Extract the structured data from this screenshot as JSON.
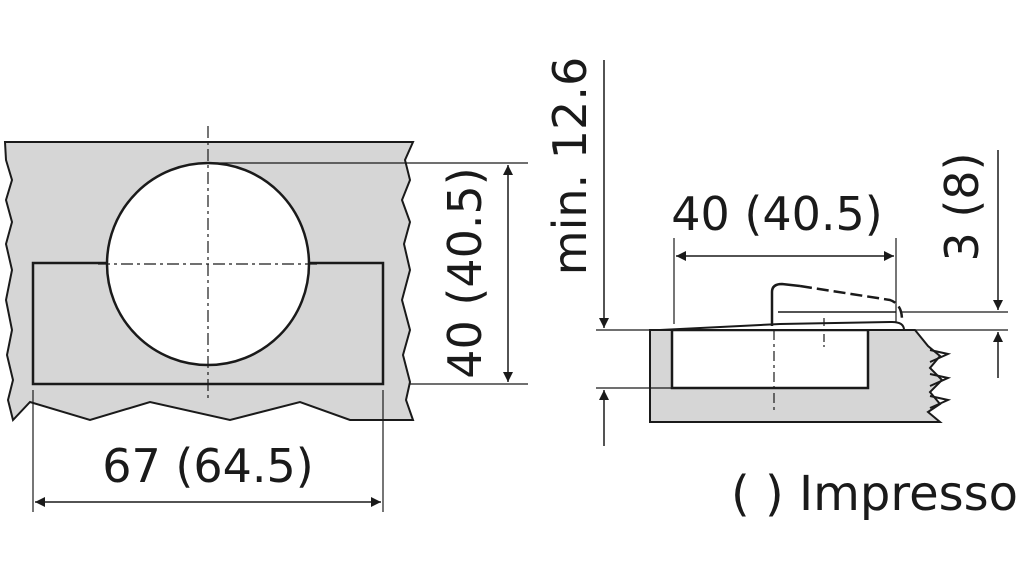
{
  "colors": {
    "panel": "#d6d6d6",
    "stroke": "#1a1a1a",
    "background": "#ffffff"
  },
  "labels": {
    "width_left": "67 (64.5)",
    "height_left": "40 (40.5)",
    "width_right": "40 (40.5)",
    "min_thickness": "min. 12.6",
    "depth": "3 (8)",
    "legend": "( ) Impresso"
  }
}
